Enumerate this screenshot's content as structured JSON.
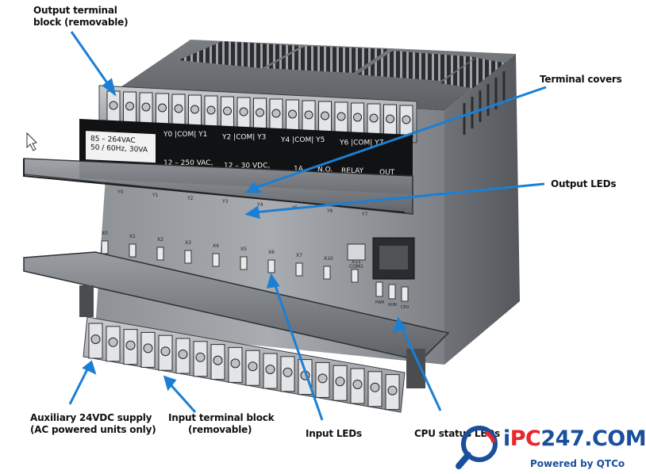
{
  "callouts": {
    "output_terminal_block": [
      "Output terminal",
      "block (removable)"
    ],
    "terminal_covers": "Terminal covers",
    "output_leds": "Output LEDs",
    "auxiliary_supply": [
      "Auxiliary 24VDC supply",
      "(AC powered units only)"
    ],
    "input_terminal_block": [
      "Input terminal block",
      "(removable)"
    ],
    "input_leds": "Input LEDs",
    "cpu_status": "CPU status LEDs"
  },
  "panel_label": {
    "power": [
      "85 – 264VAC",
      "50 / 60Hz, 30VA"
    ],
    "groups": [
      "Y0 |COM| Y1",
      "Y2 |COM| Y3",
      "Y4 |COM| Y5",
      "Y6 |COM| Y7"
    ],
    "specs": [
      "12 – 250 VAC,",
      "12 – 30 VDC,",
      "1A",
      "N.O.",
      "RELAY",
      "OUT"
    ]
  },
  "led_labels": {
    "outputs": [
      "Y0",
      "Y1",
      "Y2",
      "Y3",
      "Y4",
      "Y5",
      "Y6",
      "Y7"
    ],
    "inputs": [
      "X0",
      "X1",
      "X2",
      "X3",
      "X4",
      "X5",
      "X6",
      "X7",
      "X10",
      "X11"
    ],
    "cpu": [
      "PWR",
      "RUN",
      "CPU"
    ],
    "port": "COM1"
  },
  "logo": {
    "brand_i": "i",
    "brand_pc": "PC",
    "brand_rest": "247.COM",
    "tagline": "Powered by QTCo"
  },
  "colors": {
    "arrow": "#1b7fd4",
    "logo_blue": "#1a4f9c",
    "logo_red": "#e8262b"
  }
}
